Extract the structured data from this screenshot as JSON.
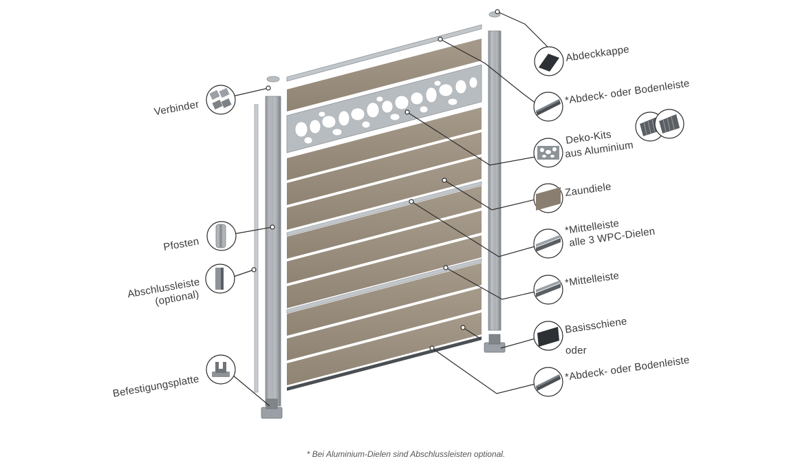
{
  "labels": {
    "abdeckkappe": "Abdeckkappe",
    "abdeck_top": "*Abdeck- oder Bodenleiste",
    "deko_line1": "Deko-Kits",
    "deko_line2": "aus Aluminium",
    "zaundiele": "Zaundiele",
    "mittel_wpc_line1": "*Mittelleiste",
    "mittel_wpc_line2": "alle 3 WPC-Dielen",
    "mittelleiste": "*Mittelleiste",
    "basisschiene": "Basisschiene",
    "oder": "oder",
    "abdeck_bottom": "*Abdeck- oder Bodenleiste",
    "verbinder": "Verbinder",
    "pfosten": "Pfosten",
    "abschluss_line1": "Abschlussleiste",
    "abschluss_line2": "(optional)",
    "befestigung": "Befestigungsplatte"
  },
  "footnote": "* Bei Aluminium-Dielen sind Abschlussleisten optional.",
  "colors": {
    "plank": "#968a7b",
    "plank_light": "#a89c8c",
    "aluminium": "#b7bcc0",
    "aluminium_dark": "#8e9398",
    "line": "#2b2b2b",
    "text": "#3a3a3a"
  }
}
